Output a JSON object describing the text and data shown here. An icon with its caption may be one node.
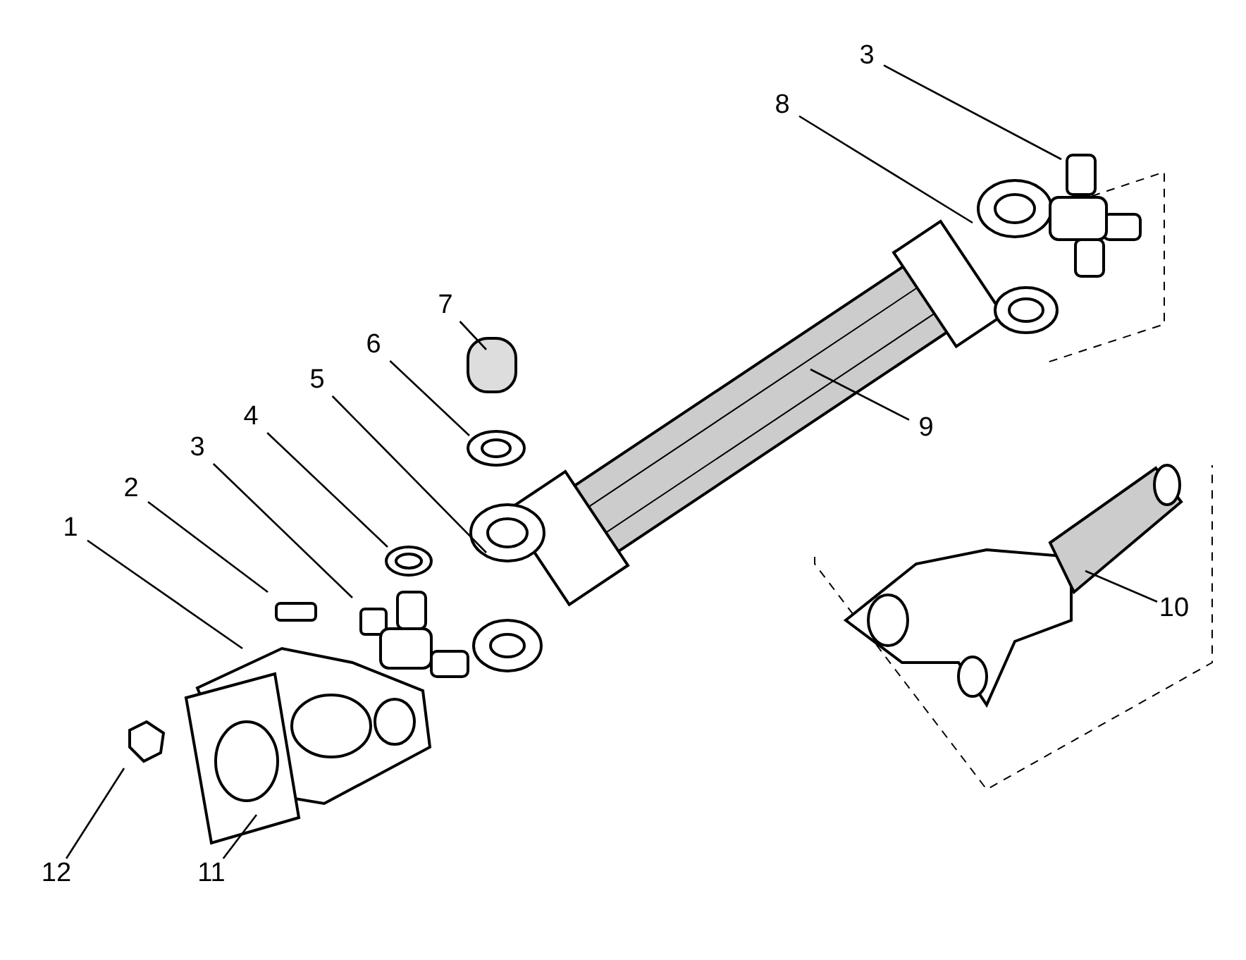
{
  "diagram": {
    "nodes": [
      {
        "text": [
          "1"
        ]
      },
      {
        "text": [
          "2"
        ]
      },
      {
        "text": [
          "3"
        ]
      },
      {
        "text": [
          "4"
        ]
      },
      {
        "text": [
          "5"
        ]
      },
      {
        "text": [
          "6"
        ]
      },
      {
        "text": [
          "7"
        ]
      },
      {
        "text": [
          "8"
        ]
      },
      {
        "text": [
          "3"
        ]
      },
      {
        "text": [
          "9"
        ]
      },
      {
        "text": [
          "10"
        ]
      },
      {
        "text": [
          "11"
        ]
      },
      {
        "text": [
          "12"
        ]
      }
    ],
    "edges": [
      {
        "from": 0,
        "to": null,
        "arrow": "none"
      },
      {
        "from": 1,
        "to": null,
        "arrow": "none"
      },
      {
        "from": 2,
        "to": null,
        "arrow": "none"
      },
      {
        "from": 3,
        "to": null,
        "arrow": "none"
      },
      {
        "from": 4,
        "to": null,
        "arrow": "none"
      },
      {
        "from": 5,
        "to": null,
        "arrow": "none"
      },
      {
        "from": 6,
        "to": null,
        "arrow": "none"
      },
      {
        "from": 7,
        "to": null,
        "arrow": "none"
      },
      {
        "from": 8,
        "to": null,
        "arrow": "none"
      },
      {
        "from": 9,
        "to": null,
        "arrow": "none"
      },
      {
        "from": 10,
        "to": null,
        "arrow": "none"
      },
      {
        "from": 11,
        "to": null,
        "arrow": "none"
      },
      {
        "from": 12,
        "to": null,
        "arrow": "none"
      }
    ]
  }
}
